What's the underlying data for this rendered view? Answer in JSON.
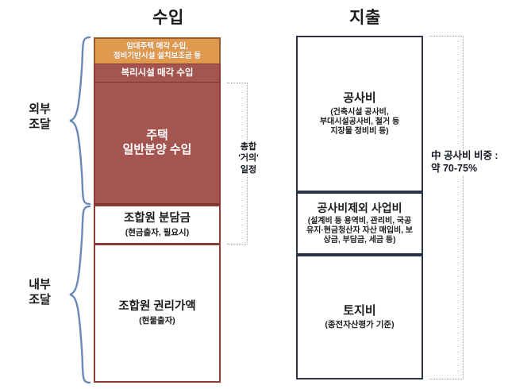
{
  "diagram": {
    "columns": {
      "income": {
        "title": "수입",
        "sections": [
          {
            "key": "rental",
            "label": "임대주택 매각 수입,\n정비기반시설 설치보조금 등",
            "color": "#E09A50"
          },
          {
            "key": "welfare",
            "label": "복리시설 매각 수입",
            "color": "#A55550"
          },
          {
            "key": "general_sale",
            "label": "주택\n일반분양 수입",
            "color": "#A55550"
          },
          {
            "key": "member_contribution",
            "label": "조합원 분담금",
            "sub": "(현금출자, 필요시)",
            "color": "#FFFFFF"
          },
          {
            "key": "member_rights_value",
            "label": "조합원 권리가액",
            "sub": "(현물출자)",
            "color": "#FFFFFF"
          }
        ]
      },
      "expense": {
        "title": "지출",
        "sections": [
          {
            "key": "construction_cost",
            "label": "공사비",
            "sub": "(건축시설 공사비,\n부대시설공사비, 철거 등\n지장물 정비비 등)",
            "color": "#FFFFFF"
          },
          {
            "key": "non_construction_cost",
            "label": "공사비제외 사업비",
            "sub": "(설계비 등 용역비, 관리비, 국공\n유지·현금청산자 자산 매입비, 보\n상금, 부담금, 세금 등)",
            "color": "#FFFFFF"
          },
          {
            "key": "land_cost",
            "label": "토지비",
            "sub": "(종전자산평가 기준)",
            "color": "#FFFFFF"
          }
        ]
      }
    },
    "braces": [
      {
        "key": "external",
        "label": "외부\n조달"
      },
      {
        "key": "internal",
        "label": "내부\n조달"
      }
    ],
    "annotations": [
      {
        "key": "center",
        "label": "총합\n'거의'\n일정"
      },
      {
        "key": "right",
        "label": "中 공사비 비중 :\n약 70-75%"
      }
    ],
    "colors": {
      "accent_orange": "#E09A50",
      "accent_red": "#A55550",
      "income_border": "#8C3B36",
      "expense_border": "#2C3346",
      "brace_blue": "#6C88B8",
      "bracket_gray": "#9AA3B2"
    }
  }
}
